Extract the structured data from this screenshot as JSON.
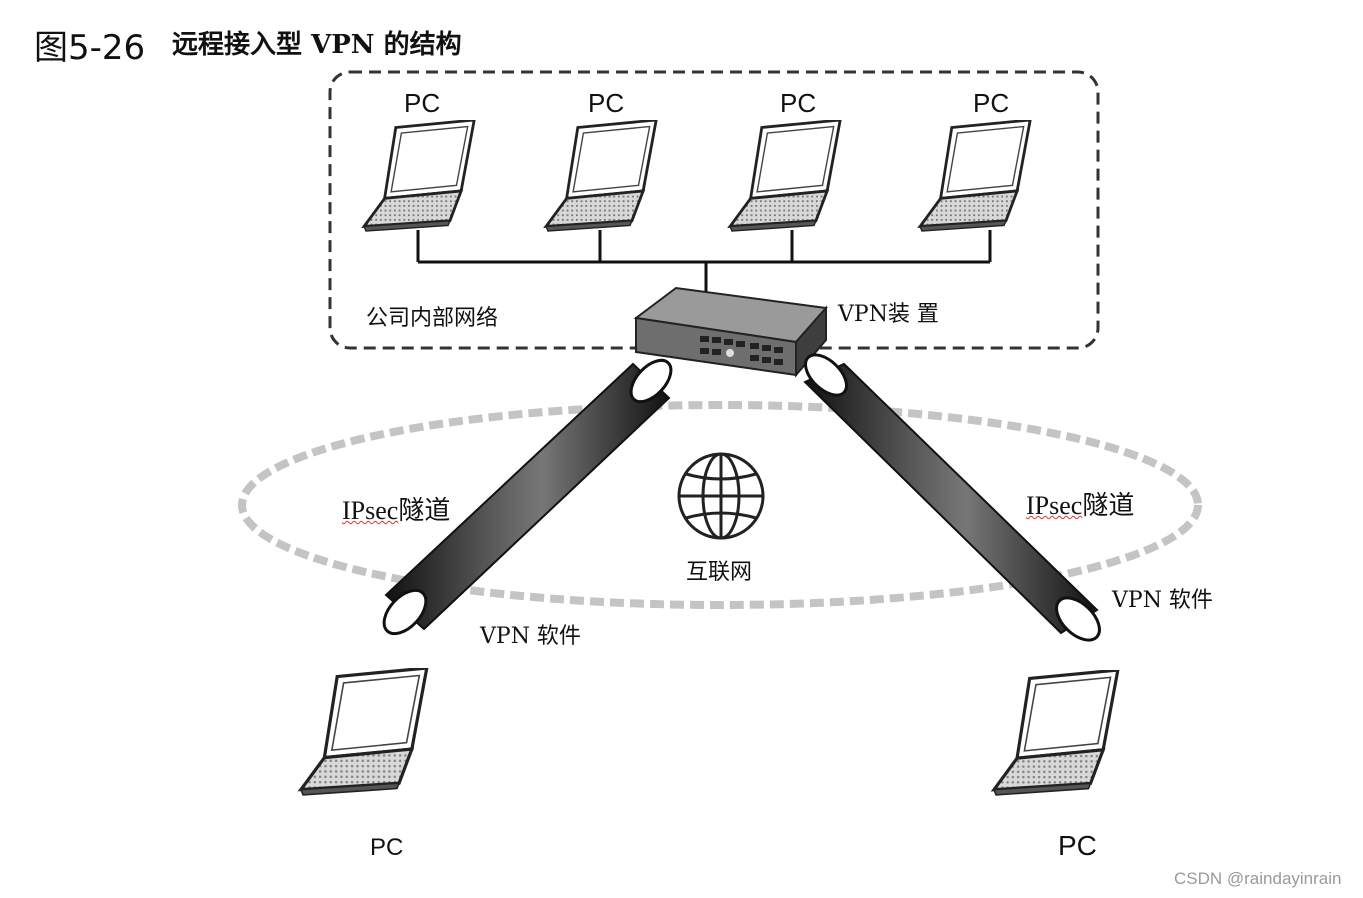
{
  "figure": {
    "number": "图5-26",
    "title": "远程接入型 VPN  的结构"
  },
  "pc_label": "PC",
  "labels": {
    "corporate_network": "公司内部网络",
    "vpn_device": "VPN装 置",
    "internet": "互联网",
    "tunnel_left_prefix": "IPsec",
    "tunnel_left_suffix": "隧道",
    "tunnel_right_prefix": "IPsec",
    "tunnel_right_suffix": "隧道",
    "vpn_software_left": "VPN 软件",
    "vpn_software_right": "VPN 软件",
    "pc_bottom_left": "PC",
    "pc_bottom_right": "PC"
  },
  "watermark": "CSDN @raindayinrain"
}
